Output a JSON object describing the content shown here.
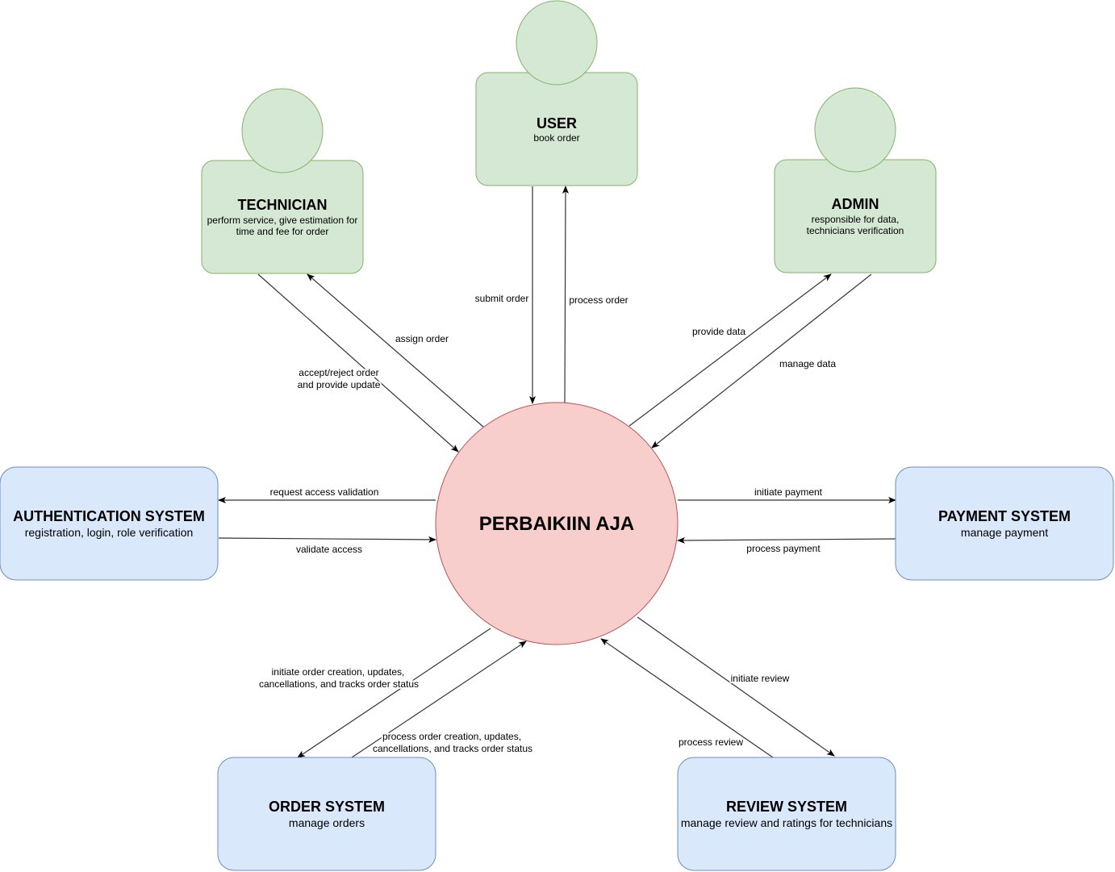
{
  "core": {
    "title": "PERBAIKIIN AJA"
  },
  "actors": {
    "user": {
      "title": "USER",
      "desc": "book order"
    },
    "technician": {
      "title": "TECHNICIAN",
      "desc_lines": [
        "perform service, give estimation for",
        "time and fee for order"
      ]
    },
    "admin": {
      "title": "ADMIN",
      "desc_lines": [
        "responsible for data,",
        "technicians verification"
      ]
    }
  },
  "systems": {
    "auth": {
      "title": "AUTHENTICATION SYSTEM",
      "desc": "registration, login, role verification"
    },
    "payment": {
      "title": "PAYMENT SYSTEM",
      "desc": "manage payment"
    },
    "order": {
      "title": "ORDER SYSTEM",
      "desc": "manage orders"
    },
    "review": {
      "title": "REVIEW SYSTEM",
      "desc": "manage review and ratings for technicians"
    }
  },
  "flows": {
    "submit_order": "submit order",
    "process_order": "process order",
    "assign_order": "assign order",
    "accept_reject": [
      "accept/reject order",
      "and provide update"
    ],
    "provide_data": "provide data",
    "manage_data": "manage data",
    "request_access": "request access validation",
    "validate_access": "validate access",
    "initiate_payment": "initiate payment",
    "process_payment": "process payment",
    "initiate_order": [
      "initiate order creation, updates,",
      "cancellations, and tracks order status"
    ],
    "process_order_creation": [
      "process order creation, updates,",
      "cancellations, and tracks order status"
    ],
    "initiate_review": "initiate review",
    "process_review": "process review"
  },
  "colors": {
    "actor_fill": "#d5e8d4",
    "actor_stroke": "#82b366",
    "system_fill": "#dae8fc",
    "system_stroke": "#6c8ebf",
    "core_fill": "#f8cecc",
    "core_stroke": "#b85450"
  }
}
